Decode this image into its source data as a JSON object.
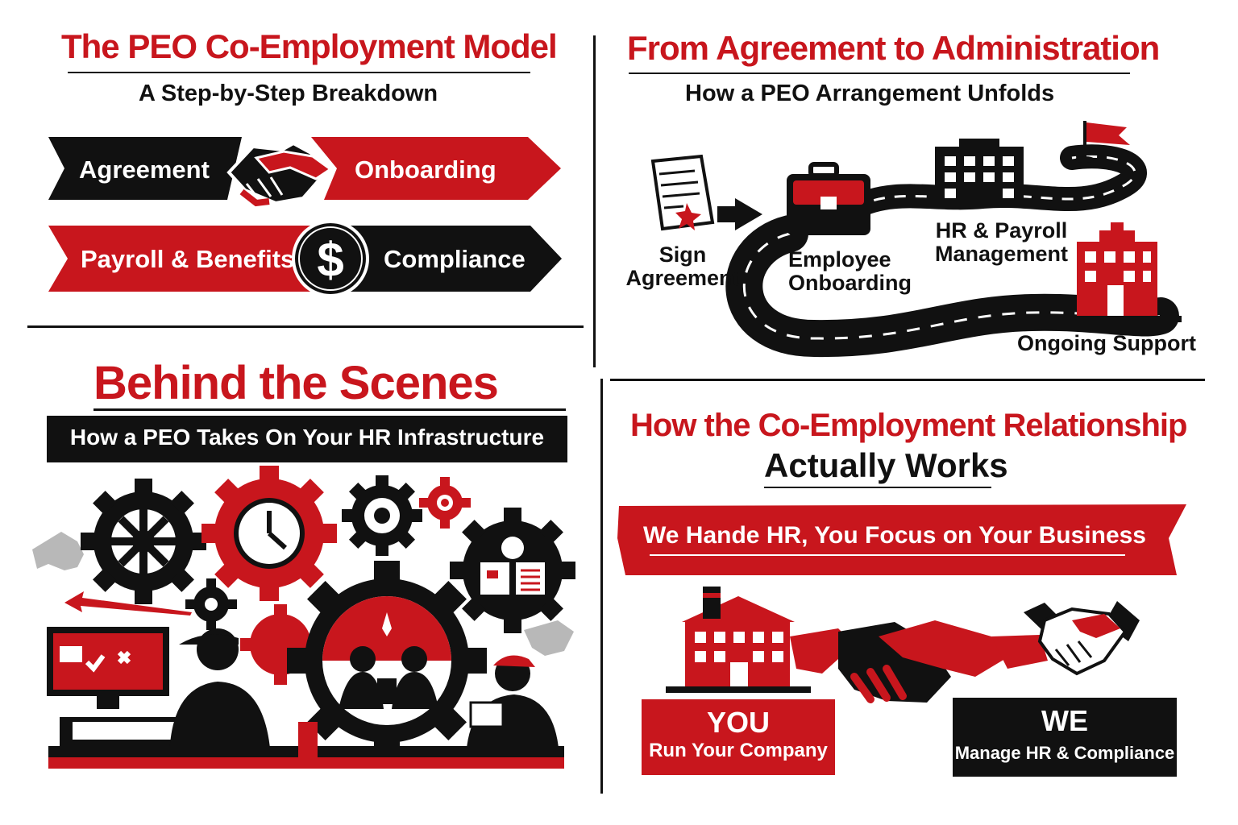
{
  "colors": {
    "red": "#c8161d",
    "black": "#111111",
    "white": "#ffffff",
    "gray": "#b8b8b8"
  },
  "panel1": {
    "title": "The PEO Co-Employment Model",
    "subtitle": "A Step-by-Step Breakdown",
    "steps": [
      "Agreement",
      "Onboarding",
      "Payroll & Benefits",
      "Compliance"
    ],
    "icons": [
      "handshake-icon",
      "dollar-icon"
    ],
    "dollar_symbol": "$"
  },
  "panel2": {
    "title": "From Agreement to Administration",
    "subtitle": "How a PEO Arrangement Unfolds",
    "stages": {
      "sign": [
        "Sign",
        "Agreement"
      ],
      "onboarding": [
        "Employee",
        "Onboarding"
      ],
      "hr": [
        "HR & Payroll",
        "Management"
      ],
      "support": "Ongoing Support"
    },
    "icons": [
      "document-icon",
      "arrow-icon",
      "briefcase-icon",
      "office-building-icon",
      "flag-icon",
      "road-icon",
      "red-building-icon"
    ]
  },
  "panel3": {
    "title": "Behind the Scenes",
    "subtitle": "How a PEO Takes On Your HR Infrastructure",
    "icons": [
      "gear-icon",
      "clock-gear-icon",
      "wrench-icon",
      "computer-icon",
      "worker-icon",
      "team-gear-icon",
      "checklist-icon"
    ]
  },
  "panel4": {
    "title": "How the Co-Employment Relationship",
    "title2": "Actually Works",
    "banner": "We Hande HR, You Focus on Your Business",
    "you": {
      "heading": "YOU",
      "text": "Run Your Company"
    },
    "we": {
      "heading": "WE",
      "text": "Manage HR & Compliance"
    },
    "icons": [
      "company-building-icon",
      "handshake-icon"
    ]
  }
}
